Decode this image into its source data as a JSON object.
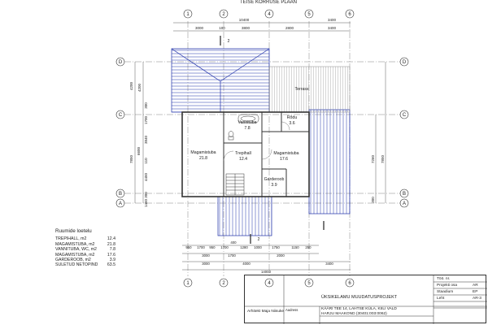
{
  "sheet_title": "TEISE KORRUSE PLAAN",
  "axes": {
    "columns": [
      "1",
      "2",
      "4",
      "5",
      "6"
    ],
    "rows": [
      "D",
      "C",
      "B",
      "A"
    ]
  },
  "dims_top": {
    "overall": [
      "10400",
      "3400"
    ],
    "segments": [
      "3000",
      "100",
      "3800",
      "2800",
      "3400"
    ]
  },
  "dims_bottom": {
    "row1": [
      "950",
      "1700",
      "950",
      "1700",
      "400",
      "1280",
      "1000",
      "1750",
      "1150",
      "250"
    ],
    "row2": [
      "3000",
      "1700",
      "2000"
    ],
    "row3": [
      "3000",
      "4000",
      "3400"
    ],
    "overall": "14000"
  },
  "dims_left": [
    "4200",
    "300",
    "1700",
    "3840",
    "110",
    "4450",
    "300",
    "1450"
  ],
  "dims_left_outer": [
    "4200",
    "6600",
    "7850"
  ],
  "dims_right": [
    "7260",
    "300",
    "7850"
  ],
  "rooms": [
    {
      "name": "Vannituba",
      "area": "7.8"
    },
    {
      "name": "Rõdu",
      "area": "3.6"
    },
    {
      "name": "Magamistuba",
      "area": "21.8"
    },
    {
      "name": "Trepihall",
      "area": "12.4"
    },
    {
      "name": "Magamistuba",
      "area": "17.6"
    },
    {
      "name": "Garderoob",
      "area": "3.9"
    },
    {
      "name": "Terrass",
      "area": ""
    }
  ],
  "section_mark": "2",
  "legend": {
    "title": "Ruumide loetelu",
    "rows": [
      {
        "label": "TREPIHALL, m2",
        "value": "12.4"
      },
      {
        "label": "MAGAMISTUBA, m2",
        "value": "21.8"
      },
      {
        "label": "VANNITUBA, WC, m2",
        "value": "7.8"
      },
      {
        "label": "MAGAMISTUBA, m2",
        "value": "17.6"
      },
      {
        "label": "GARDEROOB, m2",
        "value": "3.9"
      },
      {
        "label": "SULETUD NETOPIND",
        "value": "63.5"
      }
    ]
  },
  "title_block": {
    "project": "ÜKSIKELAMU MUUDATUSPROJEKT",
    "stage_label": "Töö. nr.",
    "part_label": "Projekti osa",
    "part_value": "AR",
    "stage_name": "Staadium",
    "stage_value": "EP",
    "sheet_label": "Leht",
    "sheet_value": "AR-3",
    "address_label": "Aadress",
    "address_line1": "KÄÄRI TEE 14, LAHTSE KÜLA, KIILI VALD",
    "address_line2": "HARJU MAAKOND (30401:003:0062)",
    "architect": "Arhitekt Maja Niisuke"
  },
  "colors": {
    "hatch": "#1d2fa8",
    "wall": "#333333",
    "axis": "#444444",
    "terrace": "#888888"
  }
}
